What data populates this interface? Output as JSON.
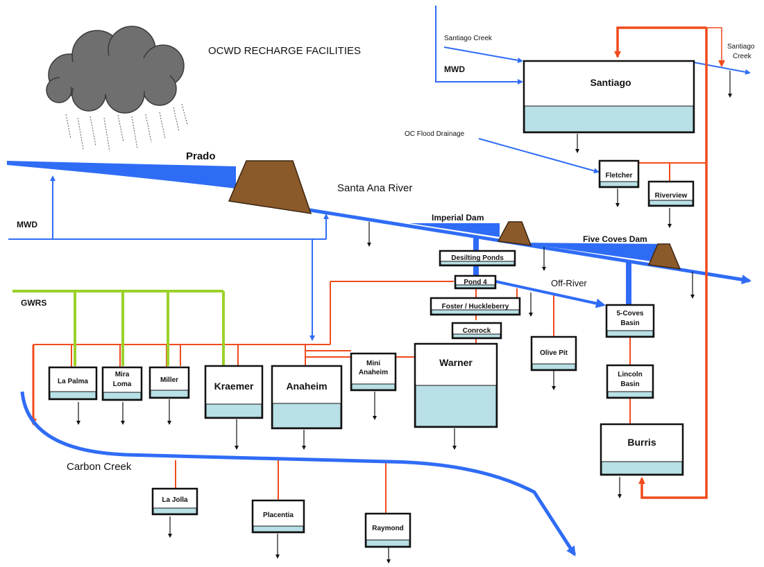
{
  "diagram": {
    "title": "OCWD RECHARGE FACILITIES",
    "labels": {
      "santiago_creek_in": "Santiago  Creek",
      "mwd_top": "MWD",
      "santiago_creek_out_1": "Santiago",
      "santiago_creek_out_2": "Creek",
      "oc_flood": "OC Flood Drainage",
      "prado": "Prado",
      "santa_ana_river": "Santa Ana River",
      "mwd_left": "MWD",
      "imperial_dam": "Imperial Dam",
      "five_coves_dam": "Five Coves Dam",
      "off_river": "Off-River",
      "gwrs": "GWRS",
      "carbon_creek": "Carbon Creek"
    },
    "facilities": {
      "santiago": "Santiago",
      "fletcher": "Fletcher",
      "riverview": "Riverview",
      "desilting_ponds": "Desilting Ponds",
      "pond4": "Pond 4",
      "foster": "Foster / Huckleberry",
      "conrock": "Conrock",
      "five_coves_basin_1": "5-Coves",
      "five_coves_basin_2": "Basin",
      "olive_pit": "Olive Pit",
      "lincoln_basin_1": "Lincoln",
      "lincoln_basin_2": "Basin",
      "burris": "Burris",
      "warner": "Warner",
      "mini_anaheim_1": "Mini",
      "mini_anaheim_2": "Anaheim",
      "anaheim": "Anaheim",
      "kraemer": "Kraemer",
      "miller": "Miller",
      "mira_loma_1": "Mira",
      "mira_loma_2": "Loma",
      "la_palma": "La Palma",
      "la_jolla": "La Jolla",
      "placentia": "Placentia",
      "raymond": "Raymond"
    },
    "colors": {
      "river_blue": "#2f6cf6",
      "pipeline_red": "#f04a1c",
      "gwrs_green": "#9bd12a",
      "dam_brown": "#8b5a2b",
      "basin_water": "#b8e0e6",
      "cloud_gray": "#707070"
    },
    "icons": [
      "storm-cloud-icon",
      "rain-icon",
      "dam-icon",
      "flow-arrow-icon",
      "percolation-arrow-icon"
    ]
  }
}
